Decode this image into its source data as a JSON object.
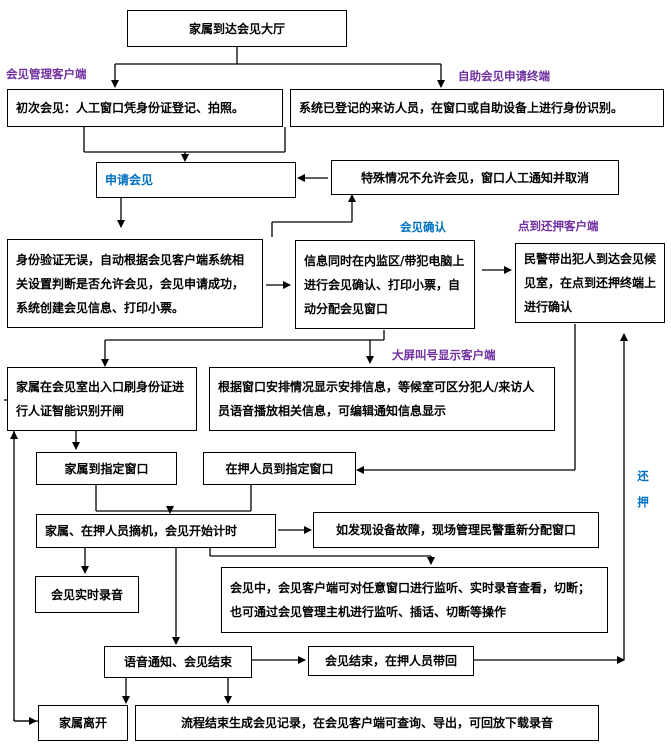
{
  "nodes": {
    "arrive": "家属到达会见大厅",
    "first_visit": "初次会见：人工窗口凭身份证登记、拍照。",
    "registered": "系统已登记的来访人员，在窗口或自助设备上进行身份识别。",
    "apply": "申请会见",
    "special": "特殊情况不允许会见，窗口人工通知并取消",
    "verify": "身份验证无误，自动根据会见客户端系统相关设置判断是否允许会见，会见申请成功，系统创建会见信息、打印小票。",
    "confirm_info": "信息同时在内监区/带犯电脑上进行会见确认、打印小票，自动分配会见窗口",
    "police": "民警带出犯人到达会见候见室，在点到还押终端上进行确认",
    "family_gate": "家属在会见室出入口刷身份证进行人证智能识别开闸",
    "screen_display": "根据窗口安排情况显示安排信息，等候室可区分犯人/来访人员语音播放相关信息，可编辑通知信息显示",
    "family_window": "家属到指定窗口",
    "inmate_window": "在押人员到指定窗口",
    "pickup": "家属、在押人员摘机，会见开始计时",
    "fault": "如发现设备故障，现场管理民警重新分配窗口",
    "recording": "会见实时录音",
    "monitor": "会见中，会见客户端可对任意窗口进行监听、实时录音查看，切断；也可通过会见管理主机进行监听、插话、切断等操作",
    "voice_end": "语音通知、会见结束",
    "end_return": "会见结束，在押人员带回",
    "family_leave": "家属离开",
    "record_gen": "流程结束生成会见记录，在会见客户端可查询、导出，可回放下载录音"
  },
  "labels": {
    "mgmt_client": "会见管理客户端",
    "self_service": "自助会见申请终端",
    "confirm": "会见确认",
    "roll_call": "点到还押客户端",
    "big_screen": "大屏叫号显示客户端",
    "return_custody": "还押"
  },
  "colors": {
    "purple": "#7030a0",
    "blue": "#0070c0",
    "line": "#000000"
  }
}
